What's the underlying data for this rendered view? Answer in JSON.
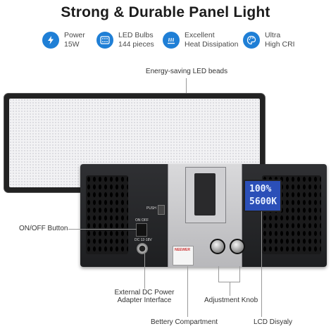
{
  "title": "Strong & Durable Panel Light",
  "features": [
    {
      "icon": "lightning-icon",
      "line1": "Power",
      "line2": "15W"
    },
    {
      "icon": "led-bulbs-icon",
      "line1": "LED Bulbs",
      "line2": "144 pieces"
    },
    {
      "icon": "heat-dissipation-icon",
      "line1": "Excellent",
      "line2": "Heat Dissipation"
    },
    {
      "icon": "palette-icon",
      "line1": "Ultra",
      "line2": "High CRI"
    }
  ],
  "callouts": {
    "beads": "Energy-saving LED beads",
    "onoff": "ON/OFF Button",
    "dc_line1": "External DC Power",
    "dc_line2": "Adapter Interface",
    "battery": "Bettery Compartment",
    "knob": "Adjustment Knob",
    "lcd": "LCD Disyaly"
  },
  "device": {
    "lcd_brightness": "100%",
    "lcd_temperature": "5600K",
    "switch_label": "ON OFF",
    "push_label": "PUSH",
    "dc_label": "DC 12-18V",
    "brand": "NEEWER"
  },
  "colors": {
    "accent": "#1f7fd6",
    "lcd": "#2b4fb8"
  }
}
